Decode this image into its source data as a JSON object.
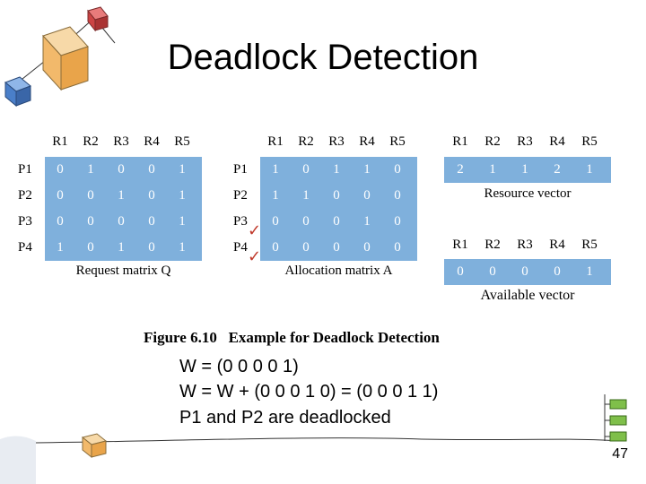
{
  "title": "Deadlock Detection",
  "request_matrix": {
    "columns": [
      "R1",
      "R2",
      "R3",
      "R4",
      "R5"
    ],
    "rows": [
      {
        "label": "P1",
        "values": [
          "0",
          "1",
          "0",
          "0",
          "1"
        ]
      },
      {
        "label": "P2",
        "values": [
          "0",
          "0",
          "1",
          "0",
          "1"
        ]
      },
      {
        "label": "P3",
        "values": [
          "0",
          "0",
          "0",
          "0",
          "1"
        ]
      },
      {
        "label": "P4",
        "values": [
          "1",
          "0",
          "1",
          "0",
          "1"
        ]
      }
    ],
    "caption": "Request matrix Q"
  },
  "allocation_matrix": {
    "columns": [
      "R1",
      "R2",
      "R3",
      "R4",
      "R5"
    ],
    "rows": [
      {
        "label": "P1",
        "values": [
          "1",
          "0",
          "1",
          "1",
          "0"
        ]
      },
      {
        "label": "P2",
        "values": [
          "1",
          "1",
          "0",
          "0",
          "0"
        ]
      },
      {
        "label": "P3",
        "values": [
          "0",
          "0",
          "0",
          "1",
          "0"
        ]
      },
      {
        "label": "P4",
        "values": [
          "0",
          "0",
          "0",
          "0",
          "0"
        ]
      }
    ],
    "caption": "Allocation matrix A",
    "checked_rows": [
      "P3",
      "P4"
    ]
  },
  "resource_vector": {
    "columns": [
      "R1",
      "R2",
      "R3",
      "R4",
      "R5"
    ],
    "values": [
      "2",
      "1",
      "1",
      "2",
      "1"
    ],
    "caption": "Resource vector"
  },
  "available_vector": {
    "columns": [
      "R1",
      "R2",
      "R3",
      "R4",
      "R5"
    ],
    "values": [
      "0",
      "0",
      "0",
      "0",
      "1"
    ],
    "caption": "Available vector"
  },
  "figure_caption": "Figure 6.10   Example for Deadlock Detection",
  "lines": [
    "W = (0 0 0 0 1)",
    "W = W + (0 0 0 1 0) = (0 0 0 1 1)",
    "P1 and P2 are deadlocked"
  ],
  "page_number": "47",
  "colors": {
    "cell_fill": "#7fb0dc",
    "check": "#c0392b"
  }
}
